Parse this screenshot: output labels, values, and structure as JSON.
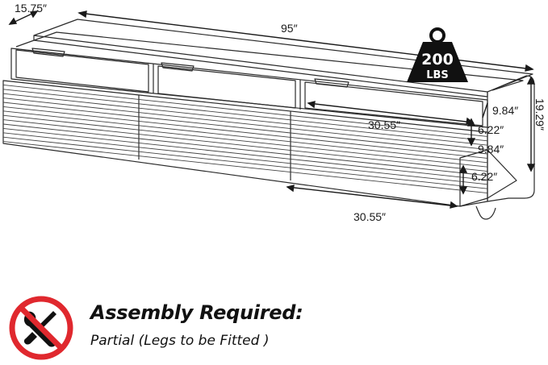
{
  "dimensions": {
    "depth": "15.75″",
    "length": "95″",
    "height": "19.29″",
    "upper_drawer_width": "30.55″",
    "upper_drawer_depth": "9.84″",
    "upper_drawer_height": "6.22″",
    "lower_drawer_depth": "9.84″",
    "lower_drawer_height": "6.22″",
    "lower_drawer_width": "30.55″"
  },
  "weight_badge": {
    "value": "200",
    "unit": "LBS"
  },
  "assembly": {
    "title": "Assembly Required:",
    "subtitle": "Partial (Legs to be Fitted )"
  },
  "colors": {
    "outline": "#2b2b2b",
    "weight_fill": "#111111",
    "prohibit_red": "#e0282e"
  },
  "icons": [
    "weight-icon",
    "no-tools-icon",
    "wrench-icon"
  ]
}
